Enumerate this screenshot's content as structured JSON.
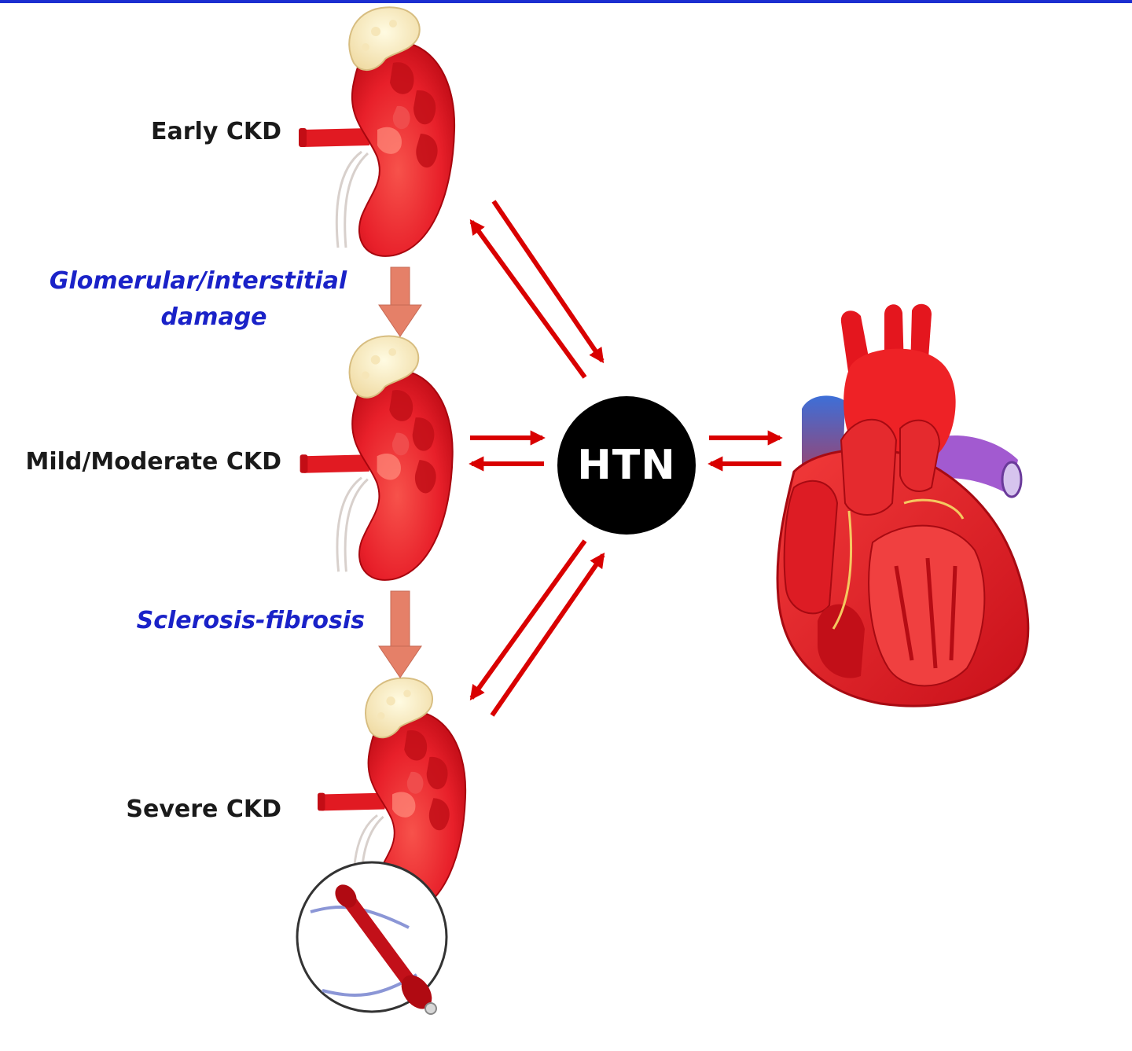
{
  "stages": [
    {
      "id": "early",
      "label": "Early CKD"
    },
    {
      "id": "mild",
      "label": "Mild/Moderate CKD"
    },
    {
      "id": "severe",
      "label": "Severe CKD"
    }
  ],
  "processes": [
    {
      "id": "damage",
      "label_line1": "Glomerular/interstitial",
      "label_line2": "damage"
    },
    {
      "id": "sclerosis",
      "label_line1": "Sclerosis-fibrosis"
    }
  ],
  "center": {
    "label": "HTN"
  },
  "colors": {
    "arrow": "#d90000",
    "progression_arrow": "#e58068",
    "process_text": "#1a22c8",
    "htn_circle": "#000000",
    "rule": "#1c2fd0"
  },
  "icons": [
    "kidney-icon",
    "heart-icon",
    "dialyzer-icon"
  ]
}
